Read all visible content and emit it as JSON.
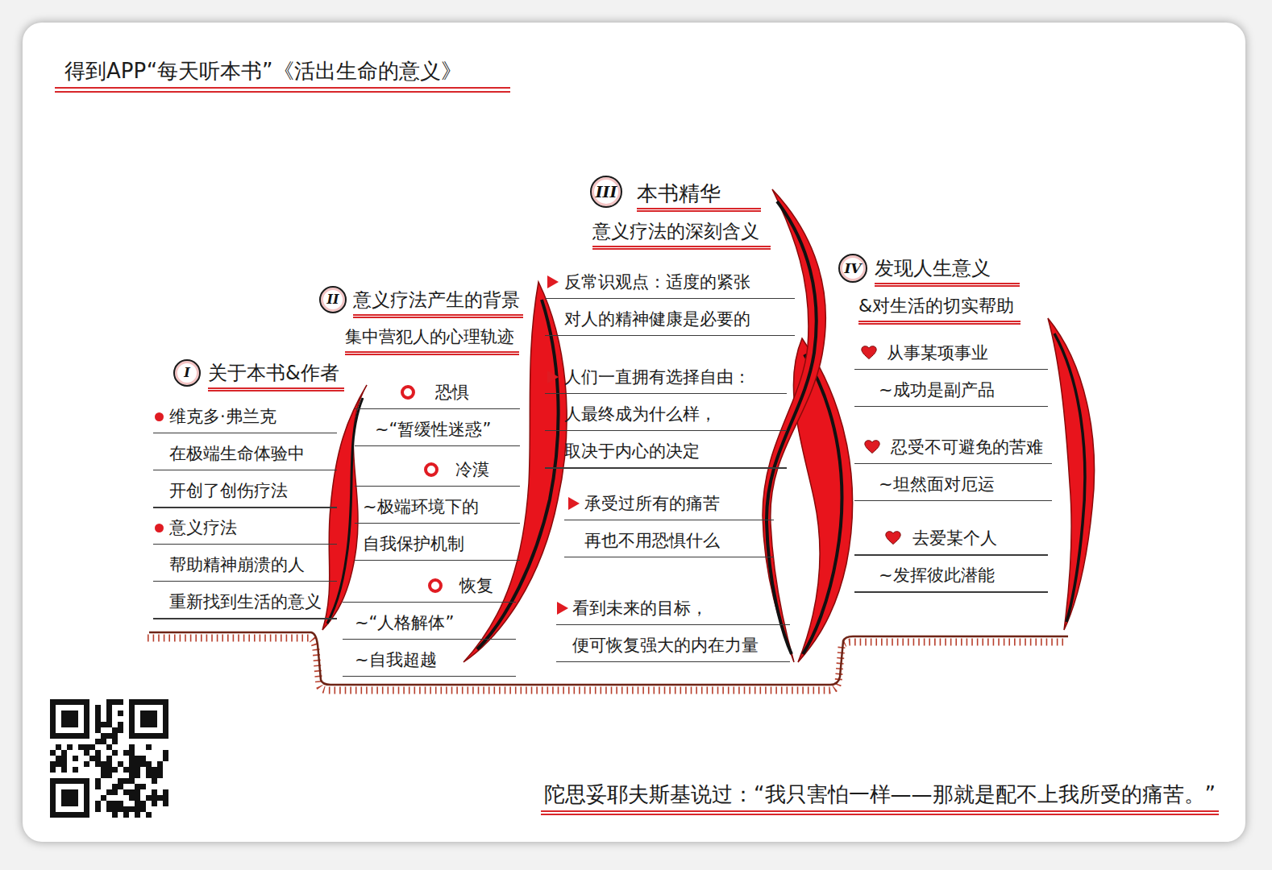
{
  "diagram": {
    "title": "得到APP“每天听本书”《活出生命的意义》",
    "caption": "陀思妥耶夫斯基说过：“我只害怕一样——那就是配不上我所受的痛苦。”",
    "nodes": [
      {
        "text": [
          "关于本书&作者"
        ]
      },
      {
        "text": [
          "维克多·弗兰克 在极端生命体验中 开创了创伤疗法"
        ],
        "in": 0
      },
      {
        "text": [
          "意义疗法 帮助精神崩溃的人 重新找到生活的意义"
        ],
        "in": 0
      },
      {
        "text": [
          "意义疗法产生的背景",
          "集中营犯人的心理轨迹"
        ]
      },
      {
        "text": [
          "恐惧",
          "~“暂缓性迷惑”"
        ],
        "in": 3
      },
      {
        "text": [
          "冷漠",
          "~极端环境下的 自我保护机制"
        ],
        "in": 3
      },
      {
        "text": [
          "恢复",
          "~“人格解体” ~自我超越"
        ],
        "in": 3
      },
      {
        "text": [
          "本书精华",
          "意义疗法的深刻含义"
        ]
      },
      {
        "text": [
          "反常识观点：适度的紧张 对人的精神健康是必要的"
        ],
        "in": 7
      },
      {
        "text": [
          "人们一直拥有选择自由： 人最终成为什么样， 取决于内心的决定"
        ],
        "in": 7
      },
      {
        "text": [
          "承受过所有的痛苦 再也不用恐惧什么"
        ],
        "in": 7
      },
      {
        "text": [
          "看到未来的目标， 便可恢复强大的内在力量"
        ],
        "in": 7
      },
      {
        "text": [
          "发现人生意义",
          "&对生活的切实帮助"
        ]
      },
      {
        "text": [
          "从事某项事业",
          "~成功是副产品"
        ],
        "in": 12
      },
      {
        "text": [
          "忍受不可避免的苦难",
          "~坦然面对厄运"
        ],
        "in": 12
      },
      {
        "text": [
          "去爱某个人",
          "~发挥彼此潜能"
        ],
        "in": 12
      }
    ],
    "labels": [
      "I",
      "II",
      "III",
      "IV"
    ]
  }
}
